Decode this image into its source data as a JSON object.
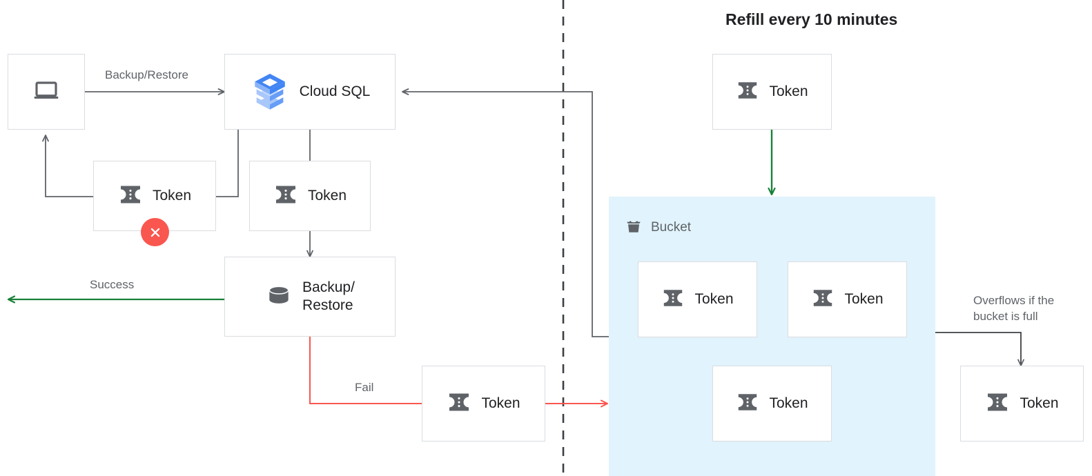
{
  "colors": {
    "accent_blue": "#e1f3fc",
    "box_border": "#dadce0",
    "wire_gray": "#5f6368",
    "wire_green": "#188038",
    "wire_red": "#f9564f",
    "error_red": "#f9564f",
    "text_dark": "#202124",
    "text_muted": "#5f6368",
    "cloudsql_blue": "#4285f4",
    "cloudsql_blue_light": "#a8c7fa",
    "icon_gray": "#5f6368"
  },
  "title": {
    "refill": "Refill every 10 minutes"
  },
  "edge_labels": {
    "backup_restore": "Backup/Restore",
    "success": "Success",
    "fail": "Fail",
    "overflow": "Overflows if the\nbucket is full"
  },
  "nodes": {
    "client": {
      "label": "",
      "icon": "laptop-icon"
    },
    "cloud_sql": {
      "label": "Cloud SQL",
      "icon": "cloud-sql-icon"
    },
    "token_rejected": {
      "label": "Token",
      "icon": "token-icon",
      "status": "error"
    },
    "token_accepted": {
      "label": "Token",
      "icon": "token-icon"
    },
    "backup_restore": {
      "label": "Backup/\nRestore",
      "icon": "database-icon"
    },
    "token_fail": {
      "label": "Token",
      "icon": "token-icon"
    },
    "token_refill": {
      "label": "Token",
      "icon": "token-icon"
    },
    "token_bucket_1": {
      "label": "Token",
      "icon": "token-icon"
    },
    "token_bucket_2": {
      "label": "Token",
      "icon": "token-icon"
    },
    "token_bucket_3": {
      "label": "Token",
      "icon": "token-icon"
    },
    "token_overflow": {
      "label": "Token",
      "icon": "token-icon"
    }
  },
  "bucket": {
    "label": "Bucket",
    "icon": "bucket-icon"
  }
}
